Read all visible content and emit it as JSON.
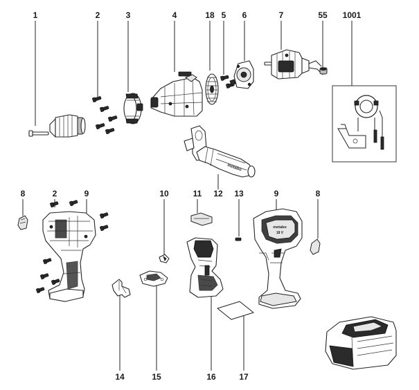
{
  "labels": {
    "l1": "1",
    "l2a": "2",
    "l3": "3",
    "l4": "4",
    "l18": "18",
    "l5": "5",
    "l6": "6",
    "l7": "7",
    "l55": "55",
    "l1001": "1001",
    "l8a": "8",
    "l2b": "2",
    "l9a": "9",
    "l10": "10",
    "l11": "11",
    "l12": "12",
    "l13": "13",
    "l9b": "9",
    "l8b": "8",
    "l14": "14",
    "l15": "15",
    "l16": "16",
    "l17": "17"
  },
  "markings": {
    "handle_brand": "metabo",
    "housing_brand": "metabo",
    "housing_voltage": "18 V"
  }
}
